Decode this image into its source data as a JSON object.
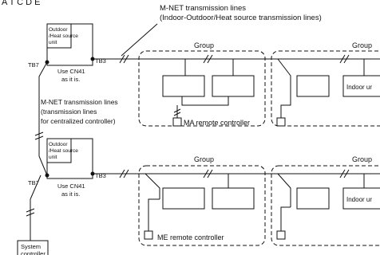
{
  "heading": "A T C D E",
  "network_label": [
    "M-NET transmission lines",
    "(Indoor-Outdoor/Heat source transmission lines)"
  ],
  "central_label": [
    "M-NET transmission lines",
    "(transmission lines",
    "for centralized controller)"
  ],
  "outdoor_unit": [
    "Outdoor",
    "/Heat source",
    "unit"
  ],
  "use_cn41": [
    "Use CN41",
    "as it is."
  ],
  "tb7": "TB7",
  "tb3": "TB3",
  "group": "Group",
  "indoor_unit": "Indoor ur",
  "ma_remote": "MA remote controller",
  "me_remote": "ME remote controller",
  "system_controller": [
    "System",
    "controller"
  ]
}
